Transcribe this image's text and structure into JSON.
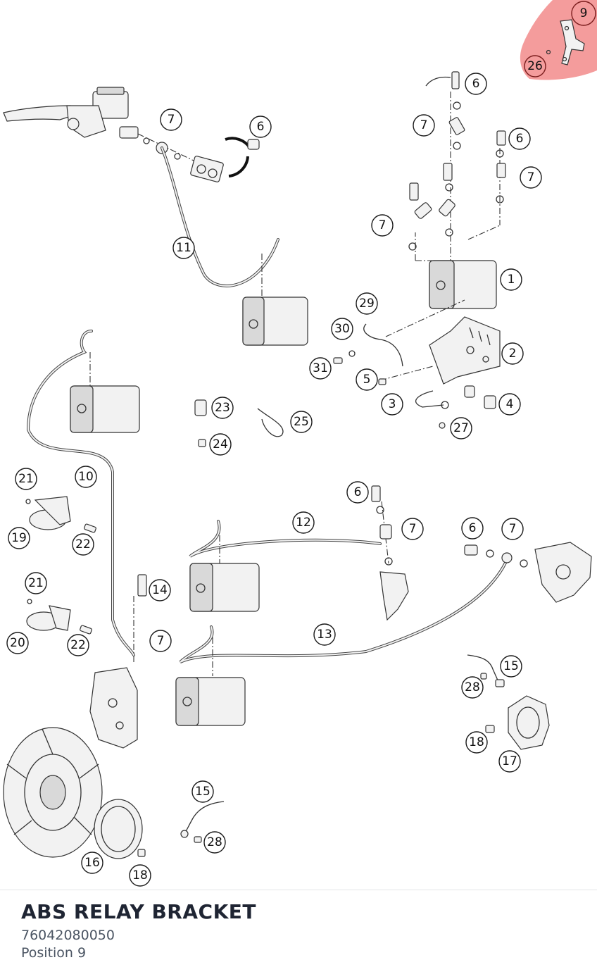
{
  "callouts": {
    "c9": "9",
    "c26": "26",
    "c6a": "6",
    "c7a": "7",
    "c6b": "6",
    "c7b": "7",
    "c7c": "7",
    "c6c": "6",
    "c11": "11",
    "c1": "1",
    "c29": "29",
    "c30": "30",
    "c2": "2",
    "c31": "31",
    "c5": "5",
    "c3": "3",
    "c4": "4",
    "c27": "27",
    "c23": "23",
    "c25": "25",
    "c24": "24",
    "c21a": "21",
    "c10": "10",
    "c19": "19",
    "c22a": "22",
    "c6d": "6",
    "c12": "12",
    "c7d": "7",
    "c6e": "6",
    "c7e": "7",
    "c14": "14",
    "c21b": "21",
    "c7f": "7",
    "c20": "20",
    "c22b": "22",
    "c13": "13",
    "c15a": "15",
    "c28a": "28",
    "c18a": "18",
    "c17": "17",
    "c15b": "15",
    "c28b": "28",
    "c16": "16",
    "c18b": "18",
    "c7g": "7"
  },
  "highlight_color": "#f28b8b",
  "part": {
    "name": "ABS RELAY BRACKET",
    "number": "76042080050",
    "position": "Position 9"
  }
}
